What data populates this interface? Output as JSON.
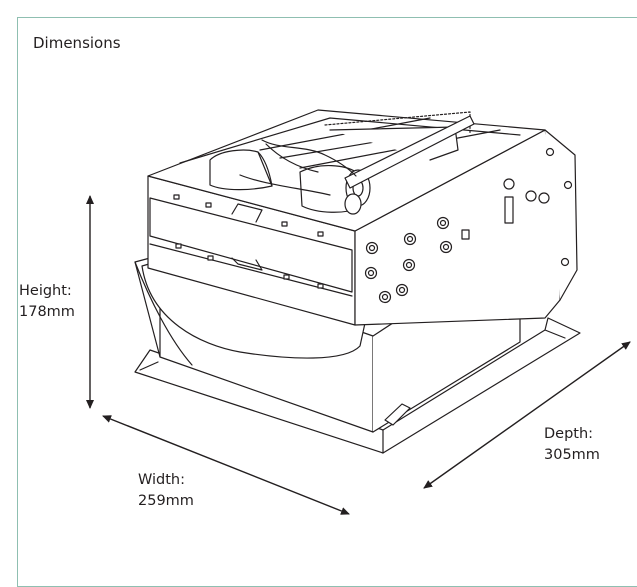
{
  "header": {
    "title": "Dimensions"
  },
  "dimensions": {
    "height": {
      "label": "Height:",
      "value": "178mm"
    },
    "width": {
      "label": "Width:",
      "value": "259mm"
    },
    "depth": {
      "label": "Depth:",
      "value": "305mm"
    }
  },
  "colors": {
    "frame_border": "#8fbfb1",
    "line": "#231f20",
    "text": "#231f20"
  }
}
